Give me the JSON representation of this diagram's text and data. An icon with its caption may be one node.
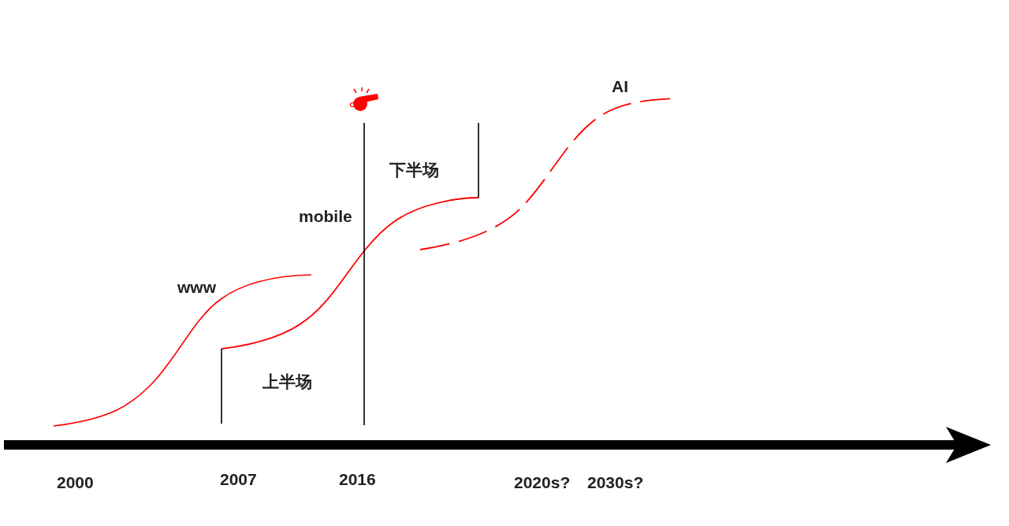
{
  "diagram": {
    "labels": [
      "AI",
      "下半场",
      "mobile",
      "www",
      "上半场",
      "2000",
      "2007",
      "2016",
      "2020s?",
      "2030s?"
    ]
  }
}
